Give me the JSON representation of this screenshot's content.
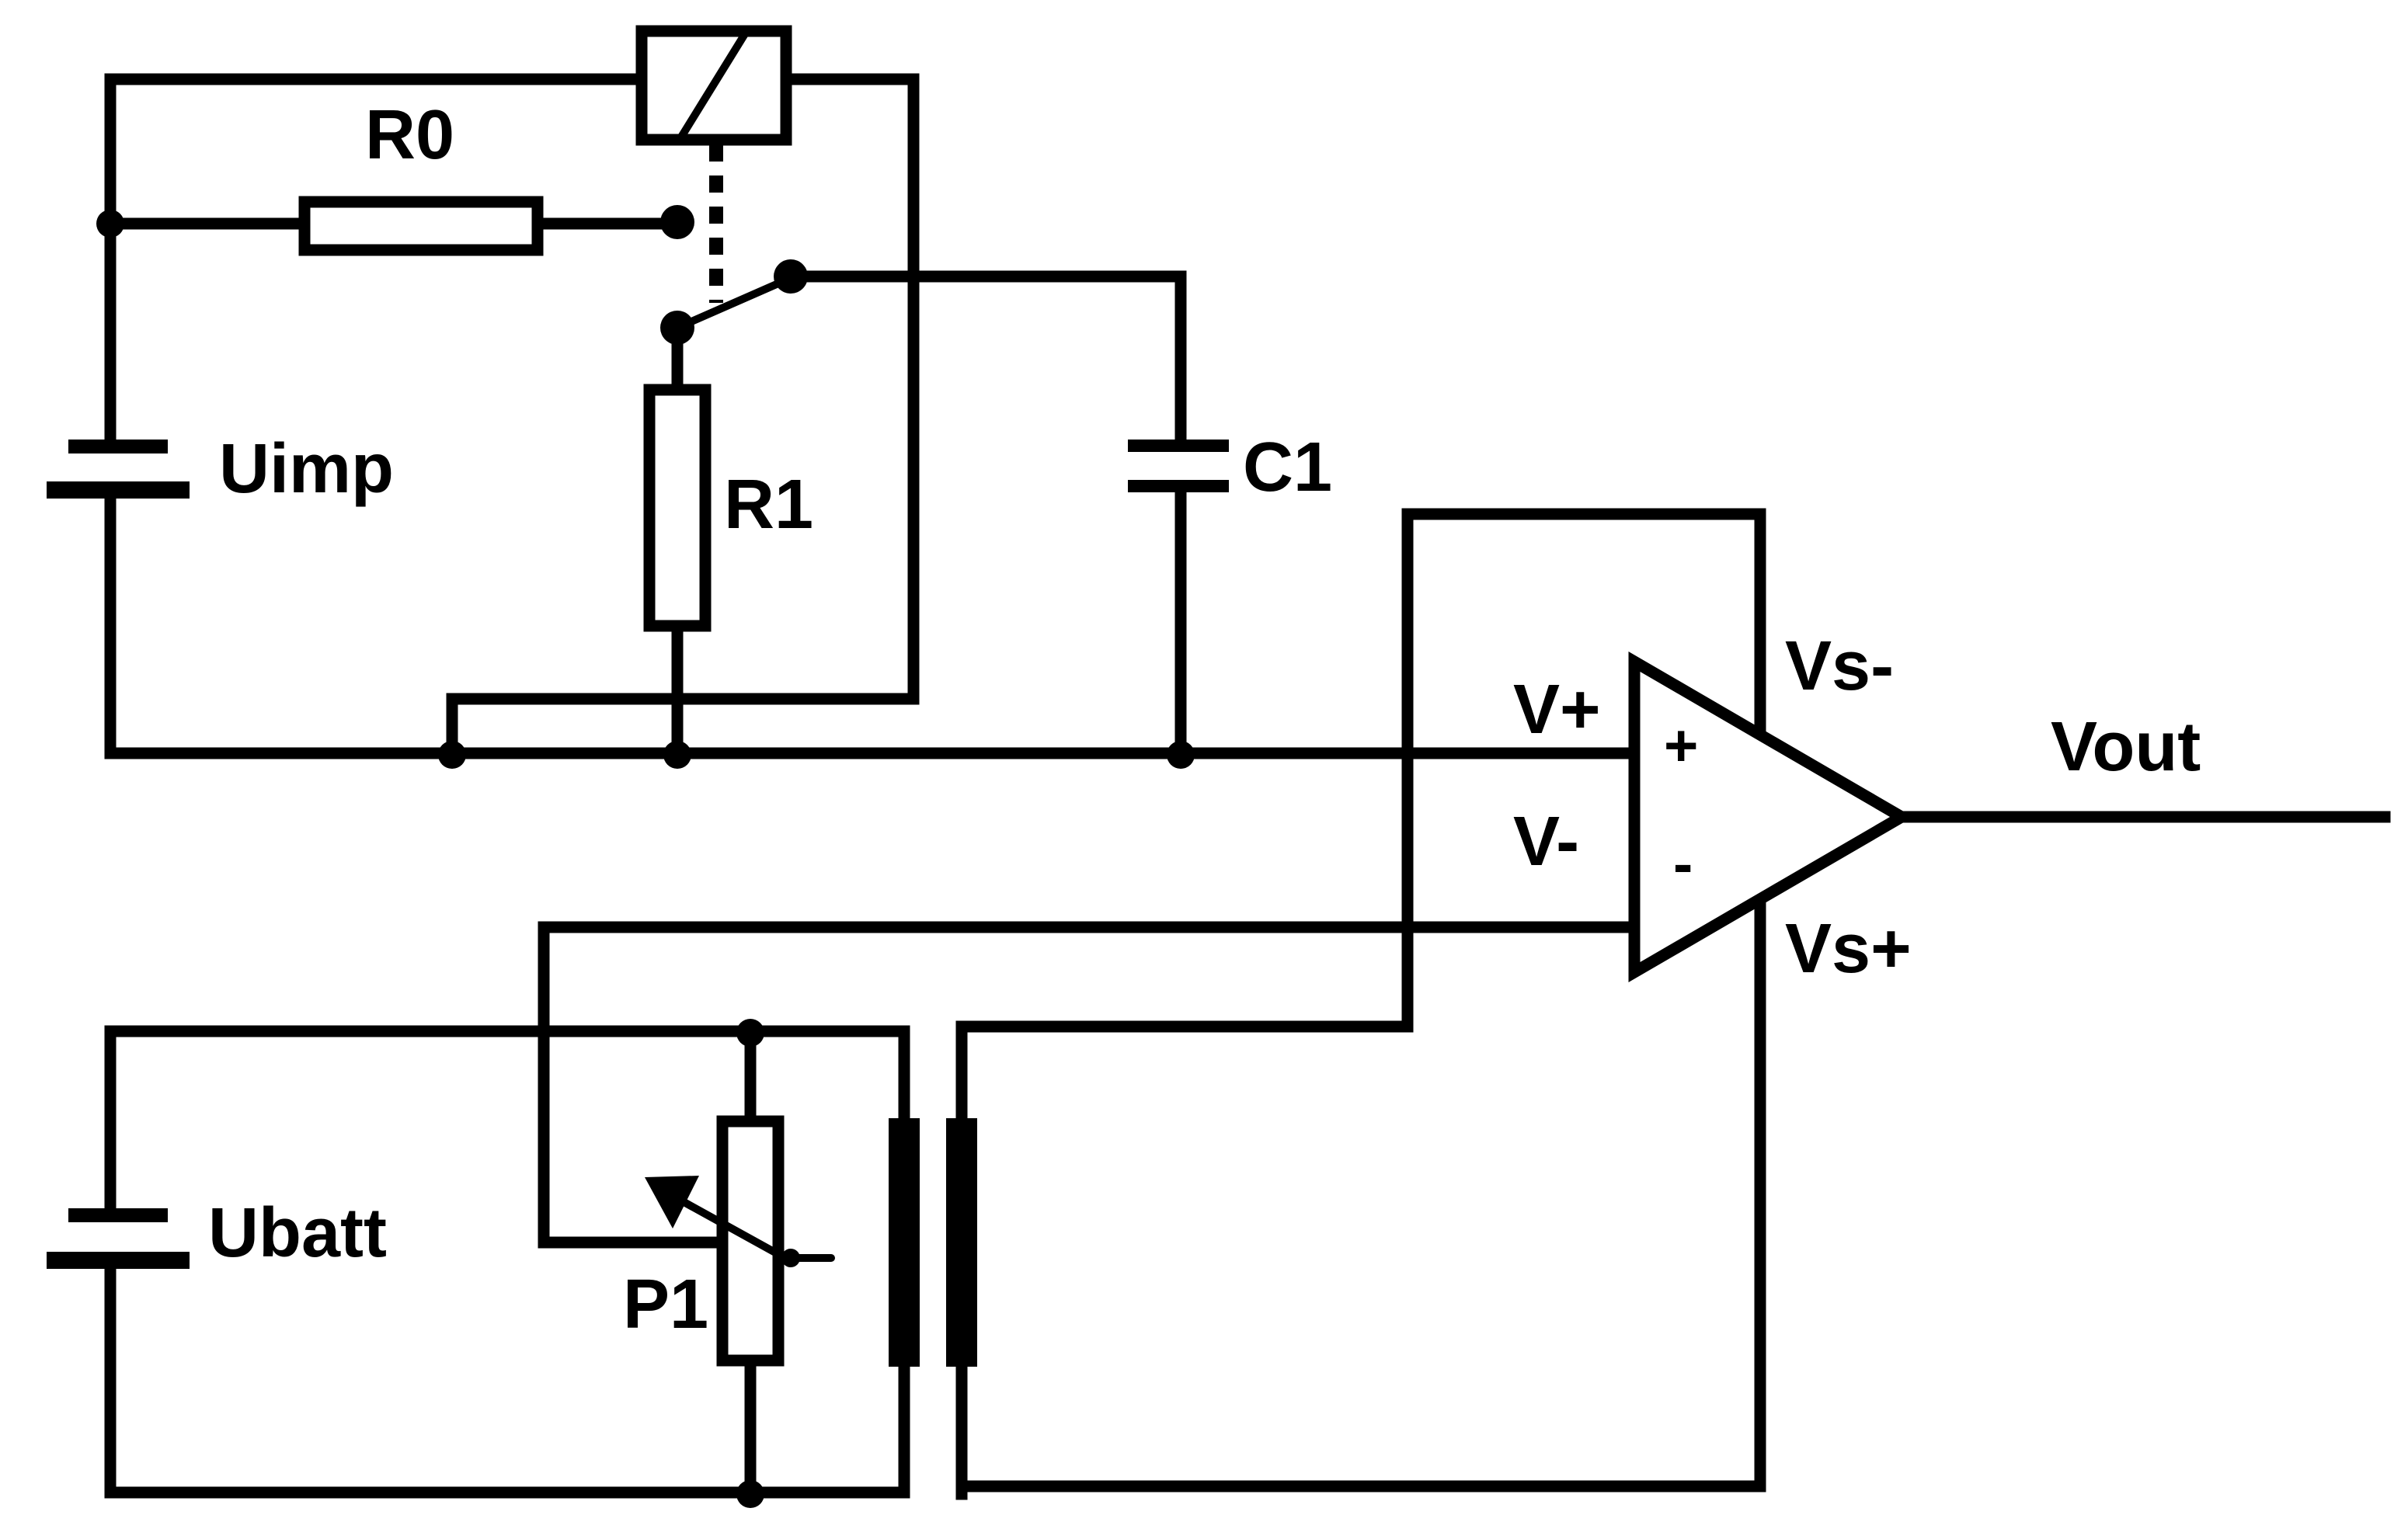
{
  "labels": {
    "r0": "R0",
    "r1": "R1",
    "c1": "C1",
    "uimp": "Uimp",
    "ubatt": "Ubatt",
    "p1": "P1",
    "v_plus": "V+",
    "v_minus": "V-",
    "vs_minus": "Vs-",
    "vs_plus": "Vs+",
    "vout": "Vout",
    "opamp_plus": "+",
    "opamp_minus": "-"
  },
  "colors": {
    "line": "#000000",
    "background": "#ffffff"
  }
}
